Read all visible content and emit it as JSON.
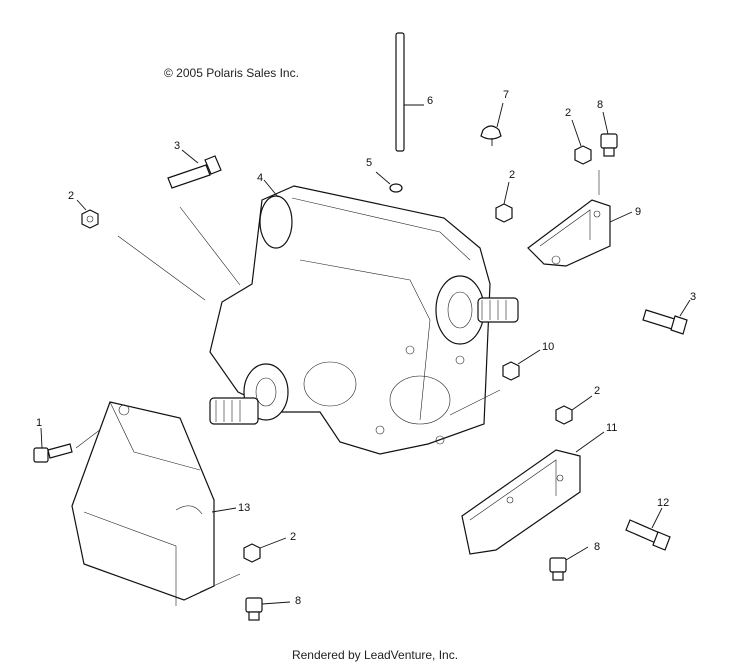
{
  "copyright": "© 2005 Polaris Sales Inc.",
  "footer": "Rendered by LeadVenture, Inc.",
  "callouts": {
    "c1": "1",
    "c2a": "2",
    "c2b": "2",
    "c2c": "2",
    "c2d": "2",
    "c2e": "2",
    "c3a": "3",
    "c3b": "3",
    "c4": "4",
    "c5": "5",
    "c6": "6",
    "c7": "7",
    "c8a": "8",
    "c8b": "8",
    "c8c": "8",
    "c9": "9",
    "c10": "10",
    "c11": "11",
    "c12": "12",
    "c13": "13"
  }
}
